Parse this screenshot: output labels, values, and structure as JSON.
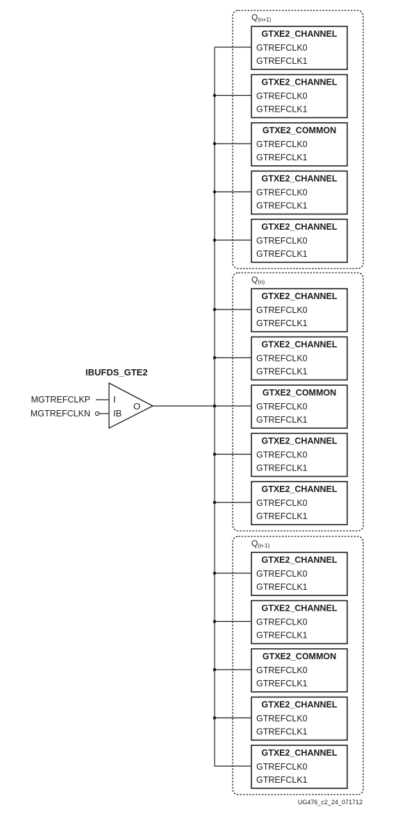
{
  "buffer": {
    "title": "IBUFDS_GTE2",
    "inputs": [
      {
        "signal": "MGTREFCLKP",
        "pin": "I",
        "inverted": false
      },
      {
        "signal": "MGTREFCLKN",
        "pin": "IB",
        "inverted": true
      }
    ],
    "output_pin": "O"
  },
  "quads": [
    {
      "label": "Q",
      "label_sub": "(n+1)",
      "blocks": [
        {
          "name": "GTXE2_CHANNEL",
          "ports": [
            "GTREFCLK0",
            "GTREFCLK1"
          ]
        },
        {
          "name": "GTXE2_CHANNEL",
          "ports": [
            "GTREFCLK0",
            "GTREFCLK1"
          ]
        },
        {
          "name": "GTXE2_COMMON",
          "ports": [
            "GTREFCLK0",
            "GTREFCLK1"
          ]
        },
        {
          "name": "GTXE2_CHANNEL",
          "ports": [
            "GTREFCLK0",
            "GTREFCLK1"
          ]
        },
        {
          "name": "GTXE2_CHANNEL",
          "ports": [
            "GTREFCLK0",
            "GTREFCLK1"
          ]
        }
      ]
    },
    {
      "label": "Q",
      "label_sub": "(n)",
      "blocks": [
        {
          "name": "GTXE2_CHANNEL",
          "ports": [
            "GTREFCLK0",
            "GTREFCLK1"
          ]
        },
        {
          "name": "GTXE2_CHANNEL",
          "ports": [
            "GTREFCLK0",
            "GTREFCLK1"
          ]
        },
        {
          "name": "GTXE2_COMMON",
          "ports": [
            "GTREFCLK0",
            "GTREFCLK1"
          ]
        },
        {
          "name": "GTXE2_CHANNEL",
          "ports": [
            "GTREFCLK0",
            "GTREFCLK1"
          ]
        },
        {
          "name": "GTXE2_CHANNEL",
          "ports": [
            "GTREFCLK0",
            "GTREFCLK1"
          ]
        }
      ]
    },
    {
      "label": "Q",
      "label_sub": "(n-1)",
      "blocks": [
        {
          "name": "GTXE2_CHANNEL",
          "ports": [
            "GTREFCLK0",
            "GTREFCLK1"
          ]
        },
        {
          "name": "GTXE2_CHANNEL",
          "ports": [
            "GTREFCLK0",
            "GTREFCLK1"
          ]
        },
        {
          "name": "GTXE2_COMMON",
          "ports": [
            "GTREFCLK0",
            "GTREFCLK1"
          ]
        },
        {
          "name": "GTXE2_CHANNEL",
          "ports": [
            "GTREFCLK0",
            "GTREFCLK1"
          ]
        },
        {
          "name": "GTXE2_CHANNEL",
          "ports": [
            "GTREFCLK0",
            "GTREFCLK1"
          ]
        }
      ]
    }
  ],
  "footer": "UG476_c2_24_071712"
}
